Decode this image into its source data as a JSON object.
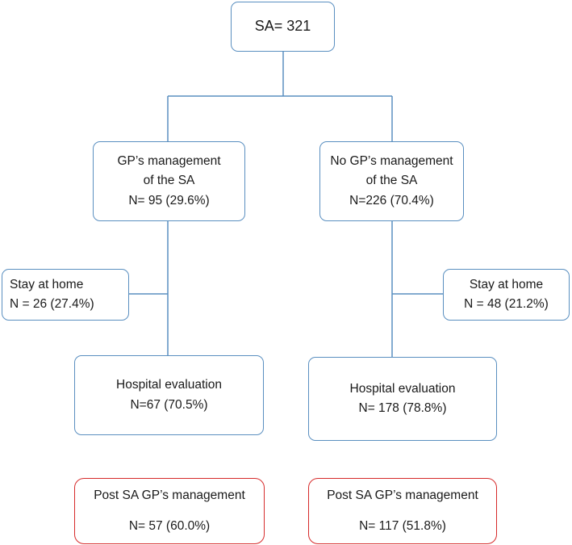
{
  "colors": {
    "box_border": "#5a8fc0",
    "connector": "#5a8fc0",
    "outcome_border": "#d62a2a"
  },
  "root": {
    "label": "SA= 321"
  },
  "left": {
    "gp": {
      "line1": "GP’s management",
      "line2": "of the SA",
      "line3": "N= 95 (29.6%)"
    },
    "stay": {
      "line1": "Stay at home",
      "line2": "N = 26 (27.4%)"
    },
    "hospital": {
      "line1": "Hospital evaluation",
      "line2": "N=67 (70.5%)"
    },
    "post": {
      "line1": "Post SA GP’s management",
      "line2": "N= 57 (60.0%)"
    }
  },
  "right": {
    "gp": {
      "line1": "No GP’s management",
      "line2": "of the SA",
      "line3": "N=226  (70.4%)"
    },
    "stay": {
      "line1": "Stay at home",
      "line2": "N = 48 (21.2%)"
    },
    "hospital": {
      "line1": "Hospital evaluation",
      "line2": "N= 178 (78.8%)"
    },
    "post": {
      "line1": "Post SA GP’s management",
      "line2": "N= 117 (51.8%)"
    }
  }
}
